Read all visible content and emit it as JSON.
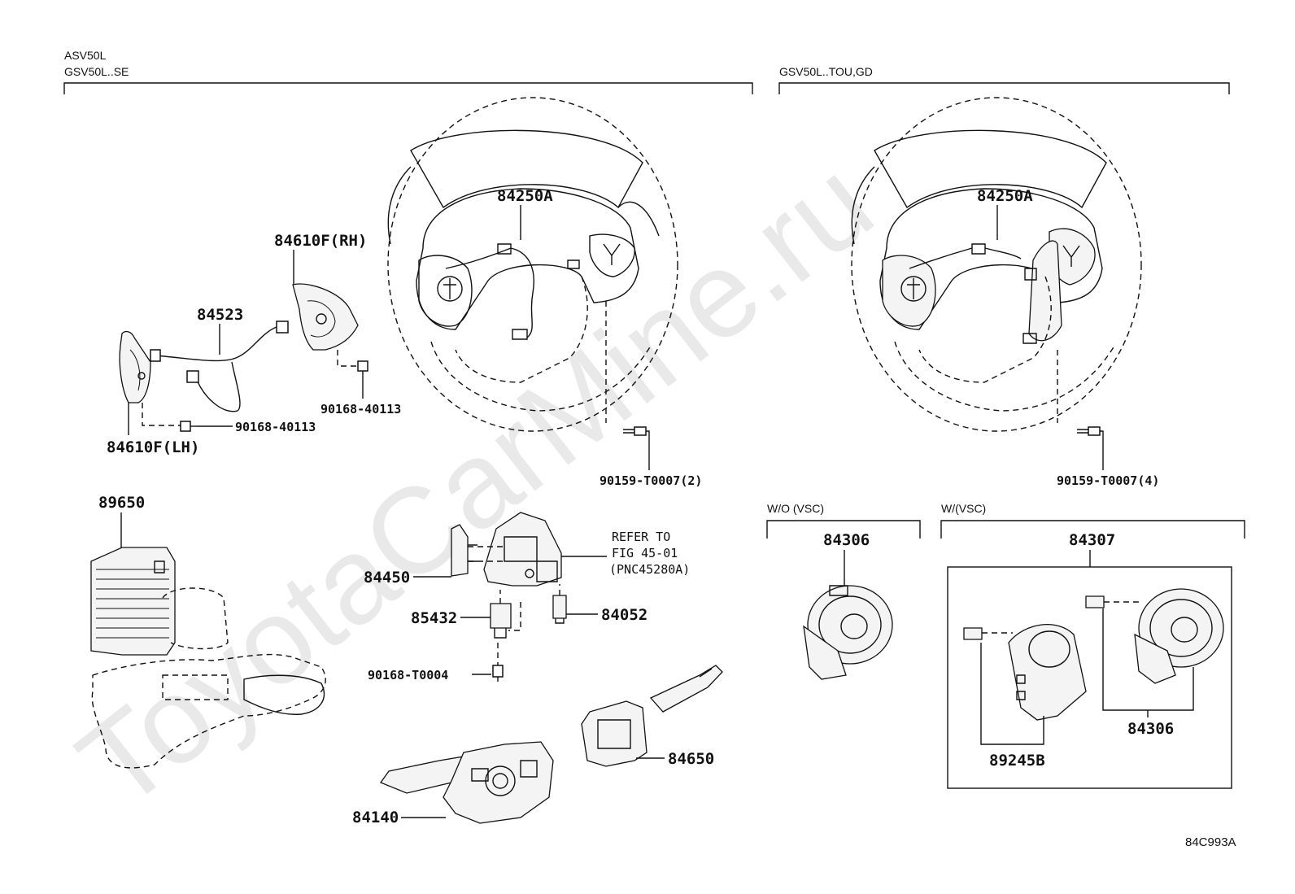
{
  "sections": {
    "left_group": [
      "ASV50L",
      "GSV50L..SE"
    ],
    "right_group": "GSV50L..TOU,GD",
    "wo_vsc": "W/O (VSC)",
    "w_vsc": "W/(VSC)"
  },
  "parts": {
    "p84250A_left": "84250A",
    "p84250A_right": "84250A",
    "p84610F_rh": "84610F(RH)",
    "p84610F_lh": "84610F(LH)",
    "p84523": "84523",
    "p90168_40113_a": "90168-40113",
    "p90168_40113_b": "90168-40113",
    "p90159_T0007_2": "90159-T0007(2)",
    "p90159_T0007_4": "90159-T0007(4)",
    "p89650": "89650",
    "p84450": "84450",
    "p85432": "85432",
    "p84052": "84052",
    "p90168_T0004": "90168-T0004",
    "p84650": "84650",
    "p84140": "84140",
    "p84306_wo": "84306",
    "p84307": "84307",
    "p84306_w": "84306",
    "p89245B": "89245B"
  },
  "refer": {
    "line1": "REFER TO",
    "line2": "FIG 45-01",
    "line3": "(PNC45280A)"
  },
  "watermark": "ToyotaCarMine.ru",
  "figure_code": "84C993A"
}
